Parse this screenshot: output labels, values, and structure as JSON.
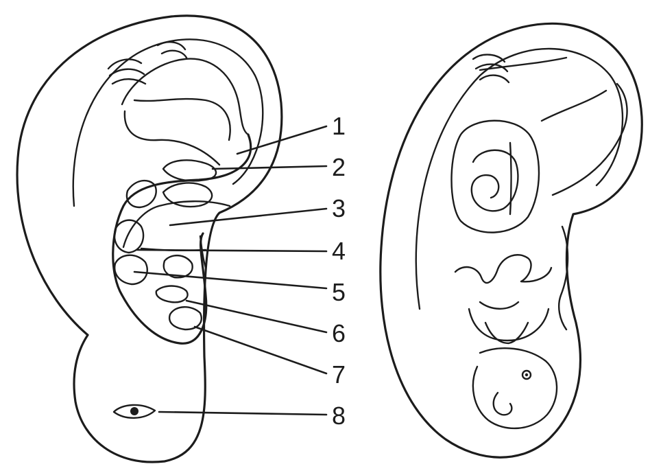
{
  "figure": {
    "labels": [
      {
        "id": "1",
        "text": "1"
      },
      {
        "id": "2",
        "text": "2"
      },
      {
        "id": "3",
        "text": "3"
      },
      {
        "id": "4",
        "text": "4"
      },
      {
        "id": "5",
        "text": "5"
      },
      {
        "id": "6",
        "text": "6"
      },
      {
        "id": "7",
        "text": "7"
      },
      {
        "id": "8",
        "text": "8"
      }
    ],
    "colors": {
      "ink": "#1c1c1c",
      "background": "#ffffff"
    }
  }
}
